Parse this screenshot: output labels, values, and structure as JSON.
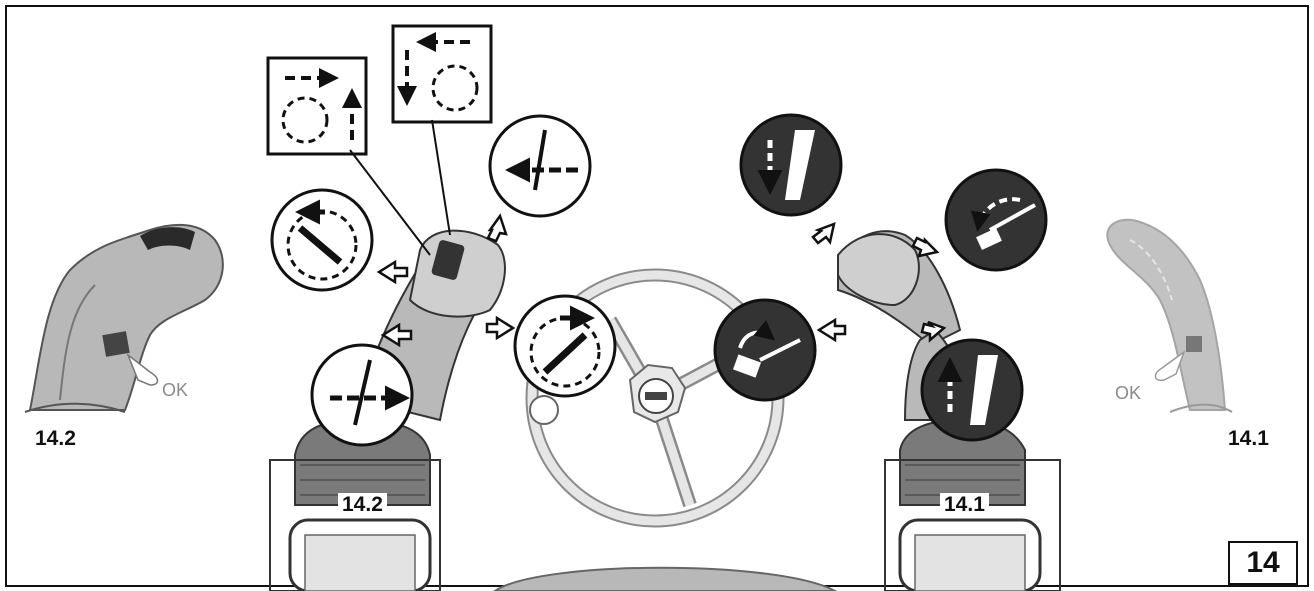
{
  "labels": {
    "left_handle": "14.2",
    "right_handle": "14.1",
    "left_joystick": "14.2",
    "right_joystick": "14.1",
    "ok_left": "OK",
    "ok_right": "OK",
    "figure_number": "14"
  },
  "colors": {
    "outline": "#111111",
    "grip_gray": "#b8b8b8",
    "grip_light": "#cfcfcf",
    "boot_dark": "#6f6f6f",
    "dark_disc": "#333333",
    "ghost_gray": "#a9a9a9"
  },
  "icons": [
    "left-pattern-icon",
    "right-pattern-icon",
    "rotate-left-icon",
    "tool-tilt-left-icon",
    "rotate-right-icon",
    "tool-tilt-right-icon",
    "boom-lower-icon",
    "bucket-curl-icon",
    "bucket-dump-icon",
    "boom-raise-icon",
    "steering-wheel-icon",
    "hand-press-left-icon",
    "hand-press-right-icon"
  ]
}
